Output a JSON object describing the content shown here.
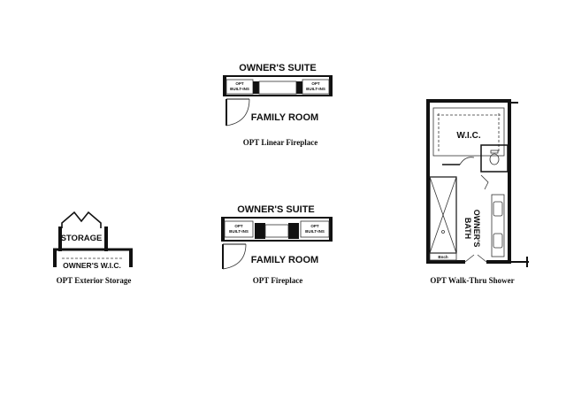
{
  "colors": {
    "ink": "#111111",
    "background": "#ffffff"
  },
  "linear_fireplace": {
    "room_top": "OWNER'S SUITE",
    "builtin_left": [
      "OPT",
      "BUILT-INS"
    ],
    "builtin_right": [
      "OPT",
      "BUILT-INS"
    ],
    "room_bottom": "FAMILY ROOM",
    "caption": "OPT Linear Fireplace"
  },
  "fireplace": {
    "room_top": "OWNER'S SUITE",
    "builtin_left": [
      "OPT",
      "BUILT-INS"
    ],
    "builtin_right": [
      "OPT",
      "BUILT-INS"
    ],
    "room_bottom": "FAMILY ROOM",
    "caption": "OPT Fireplace"
  },
  "exterior_storage": {
    "room": "STORAGE",
    "closet": "OWNER'S W.I.C.",
    "caption": "OPT Exterior Storage"
  },
  "walk_thru_shower": {
    "closet": "W.I.C.",
    "bath": [
      "OWNER'S",
      "BATH"
    ],
    "bench": "Bnch",
    "caption": "OPT Walk-Thru Shower"
  }
}
